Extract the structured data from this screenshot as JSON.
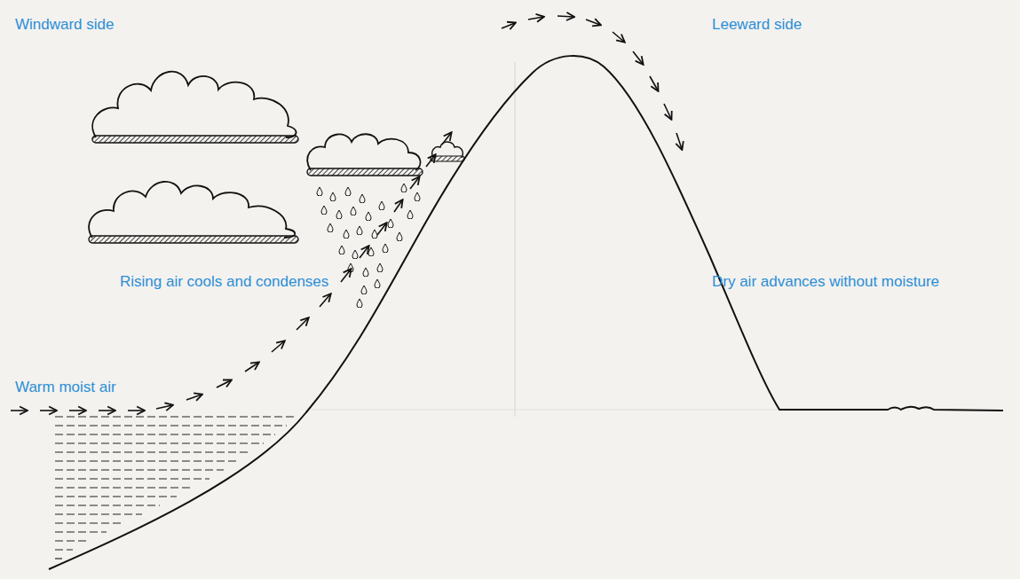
{
  "diagram": {
    "labels": [
      "Windward side",
      "Leeward side",
      "Rising air cools and condenses",
      "Dry air advances without moisture",
      "Warm moist air"
    ]
  }
}
